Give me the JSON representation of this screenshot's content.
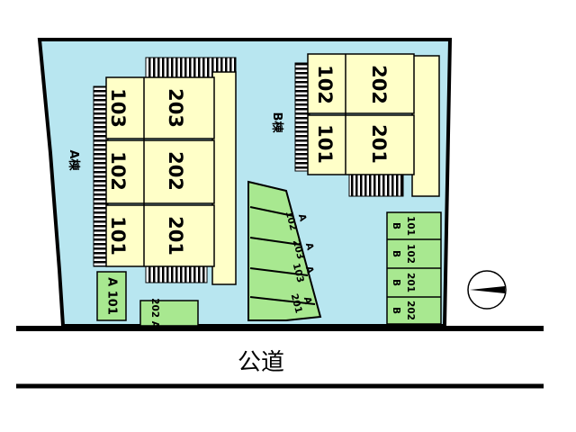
{
  "road_label": "公道",
  "colors": {
    "lot": "#b8e6f0",
    "building": "#ffffc8",
    "parking": "#a8e890",
    "outline": "#000000"
  },
  "building_a": {
    "label": "A棟",
    "units": [
      {
        "lower": "103",
        "upper": "203"
      },
      {
        "lower": "102",
        "upper": "202"
      },
      {
        "lower": "101",
        "upper": "201"
      }
    ]
  },
  "building_b": {
    "label": "B棟",
    "units": [
      {
        "lower": "102",
        "upper": "202"
      },
      {
        "lower": "101",
        "upper": "201"
      }
    ]
  },
  "parking_a_vertical": [
    "A 101"
  ],
  "parking_a_small": [
    "202 A"
  ],
  "parking_a_diagonal": [
    {
      "line1": "A",
      "line2": "102"
    },
    {
      "line1": "A",
      "line2": "203"
    },
    {
      "line1": "A",
      "line2": "103"
    },
    {
      "line1": "A",
      "line2": "201"
    }
  ],
  "parking_b": [
    {
      "num": "101",
      "bld": "B"
    },
    {
      "num": "102",
      "bld": "B"
    },
    {
      "num": "201",
      "bld": "B"
    },
    {
      "num": "202",
      "bld": "B"
    }
  ],
  "compass": {
    "icon": "north-arrow-icon"
  }
}
